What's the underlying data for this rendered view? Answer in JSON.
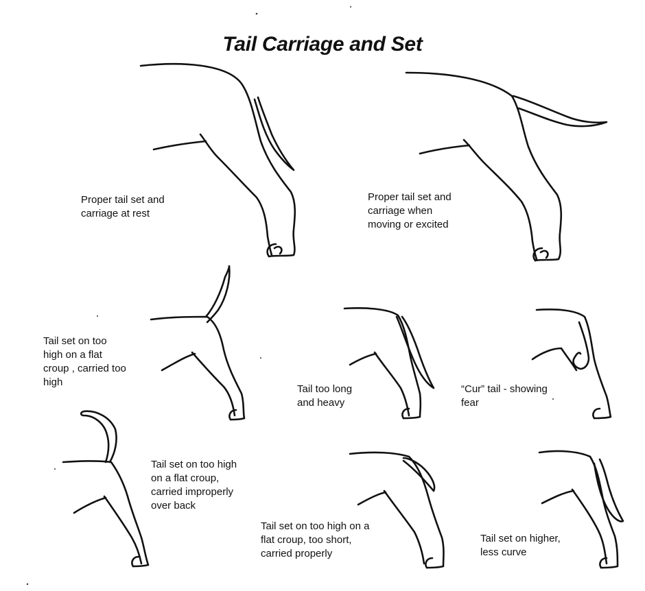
{
  "title": "Tail Carriage and Set",
  "figures": [
    {
      "id": "rest",
      "caption": "Proper tail set and\ncarriage at rest"
    },
    {
      "id": "moving",
      "caption": "Proper tail set and\ncarriage when\nmoving or excited"
    },
    {
      "id": "high-flat",
      "caption": "Tail set on too\nhigh on a flat\ncroup , carried too\nhigh"
    },
    {
      "id": "long-heavy",
      "caption": "Tail too long\nand heavy"
    },
    {
      "id": "cur",
      "caption": "“Cur” tail - showing\nfear"
    },
    {
      "id": "over-back",
      "caption": "Tail set on too high\non a flat croup,\ncarried improperly\nover back"
    },
    {
      "id": "too-short",
      "caption": "Tail set on too high on a\nflat croup, too short,\ncarried properly"
    },
    {
      "id": "less-curve",
      "caption": "Tail set on higher,\nless curve"
    }
  ]
}
